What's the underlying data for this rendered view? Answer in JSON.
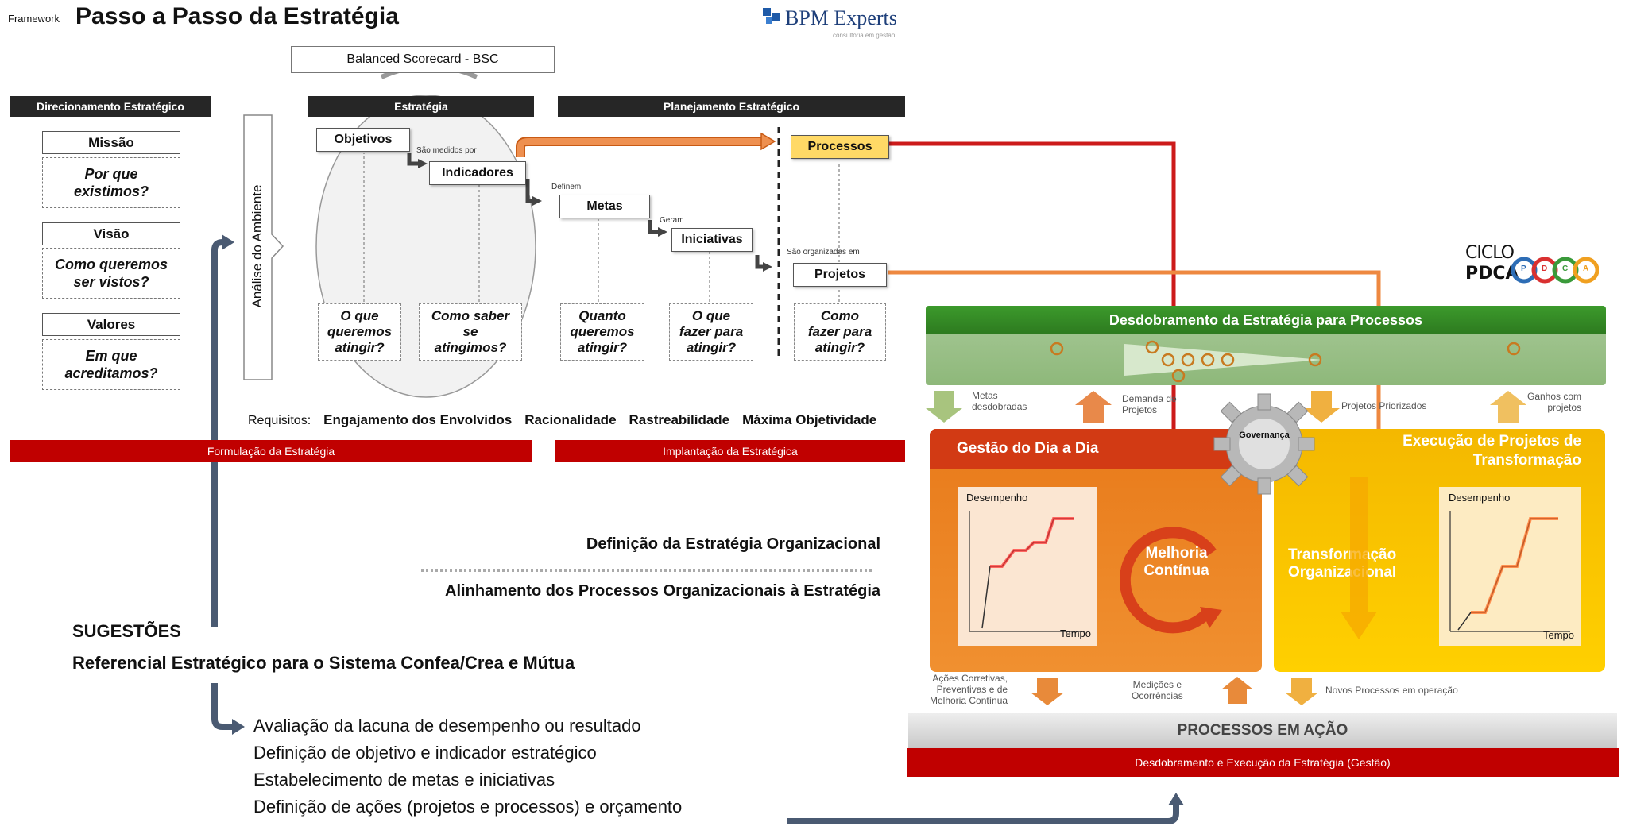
{
  "header": {
    "framework_label": "Framework",
    "title": "Passo a Passo da Estratégia",
    "logo_text": "BPM Experts",
    "logo_sub": "consultoria em gestão"
  },
  "bsc_label": "Balanced Scorecard - BSC",
  "columns": {
    "direcionamento": "Direcionamento Estratégico",
    "estrategia": "Estratégia",
    "planejamento": "Planejamento Estratégico"
  },
  "direcionamento": {
    "missao": "Missão",
    "missao_q": "Por que\nexistimos?",
    "visao": "Visão",
    "visao_q": "Como queremos\nser vistos?",
    "valores": "Valores",
    "valores_q": "Em que\nacreditamos?"
  },
  "analise": "Análise do Ambiente",
  "flow": {
    "objetivos": "Objetivos",
    "medidos": "São medidos por",
    "indicadores": "Indicadores",
    "definem": "Definem",
    "metas": "Metas",
    "geram": "Geram",
    "iniciativas": "Iniciativas",
    "organizadas": "São organizadas em",
    "projetos": "Projetos",
    "processos": "Processos"
  },
  "questions": {
    "q1": "O que\nqueremos\natingir?",
    "q2": "Como saber\nse\natingimos?",
    "q3": "Quanto\nqueremos\natingir?",
    "q4": "O que\nfazer para\natingir?",
    "q5": "Como\nfazer para\natingir?"
  },
  "requisitos": {
    "label": "Requisitos:",
    "items": [
      "Engajamento dos Envolvidos",
      "Racionalidade",
      "Rastreabilidade",
      "Máxima Objetividade"
    ]
  },
  "bars": {
    "formulacao": "Formulação da Estratégia",
    "implantacao": "Implantação da Estratégica",
    "desdobramento_gestao": "Desdobramento e Execução da Estratégia (Gestão)"
  },
  "middle": {
    "definicao": "Definição da Estratégia Organizacional",
    "alinhamento": "Alinhamento dos Processos Organizacionais à Estratégia"
  },
  "suggestions": {
    "title": "SUGESTÕES",
    "subtitle": "Referencial Estratégico para o Sistema Confea/Crea e Mútua",
    "items": [
      "Avaliação da lacuna de desempenho ou resultado",
      "Definição de objetivo e indicador estratégico",
      "Estabelecimento de metas e iniciativas",
      "Definição de ações (projetos e processos) e orçamento"
    ]
  },
  "right": {
    "ciclo": "CICLO",
    "pdca": "PDCA",
    "pdca_letters": [
      "P",
      "D",
      "C",
      "A"
    ],
    "green_title": "Desdobramento da Estratégia para Processos",
    "metas_desdobradas": "Metas\ndesdobradas",
    "demanda": "Demanda de\nProjetos",
    "projetos_priorizados": "Projetos Priorizados",
    "ganhos": "Ganhos com\nprojetos",
    "governanca": "Governança",
    "gestao_dia": "Gestão do Dia a Dia",
    "execucao": "Execução de Projetos de\nTransformação",
    "desempenho": "Desempenho",
    "tempo": "Tempo",
    "melhoria": "Melhoria\nContínua",
    "transformacao": "Transformação\nOrganizacional",
    "acoes": "Ações Corretivas,\nPreventivas e de\nMelhoria Contínua",
    "medicoes": "Medições e\nOcorrências",
    "novos_processos": "Novos Processos em operação",
    "processos_acao": "PROCESSOS EM AÇÃO"
  },
  "colors": {
    "dark_header": "#262626",
    "red": "#c00000",
    "orange": "#e8731a",
    "yellow": "#f5c400",
    "green": "#3c8f2a",
    "arrow_blue": "#4a5a72"
  }
}
